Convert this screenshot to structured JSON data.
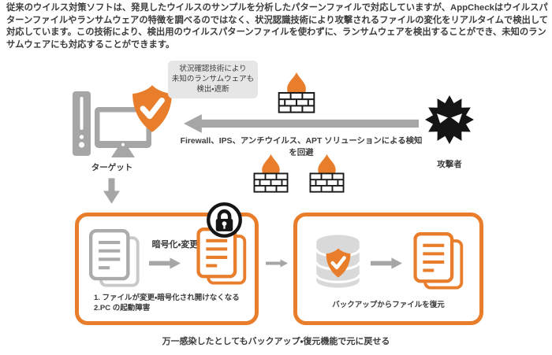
{
  "intro": {
    "text": "従来のウイルス対策ソフトは、発見したウイルスのサンプルを分析したパターンファイルで対応していますが、AppCheckはウイルスパターンファイルやランサムウェアの特徴を調べるのではなく、状況認識技術により攻撃されるファイルの変化をリアルタイムで検出して対応しています。この技術により、検出用のウイルスパターンファイルを使わずに、ランサムウェアを検出することができ、未知のランサムウェアにも対応することができます。"
  },
  "diagram": {
    "callout": {
      "text": "状況確認技術により\n未知のランサムウェアも\n検出・遮断"
    },
    "target": {
      "label": "ターゲット"
    },
    "attacker": {
      "label": "攻撃者"
    },
    "evade_text": "Firewall、IPS、アンチウイルス、APT ソリューションによる検知を回避",
    "infection_box": {
      "arrow_label": "暗号化・変更",
      "caption": "1. ファイルが変更・暗号化され開けなくなる\n2.PC の起動障害"
    },
    "restore_box": {
      "caption": "バックアップからファイルを復元"
    },
    "footer": "万一感染したとしてもバックアップ・復元機能で元に戻せる"
  },
  "icons": {
    "target_device": "desktop-computer",
    "protection": "shield-check",
    "firewall": "brick-wall-with-flame",
    "attacker": "malware-starburst",
    "files": "document-stack",
    "locked": "padlock-badge",
    "backup": "database-with-shield"
  },
  "colors": {
    "accent_orange": "#E87E2B",
    "icon_gray": "#A6A6A6",
    "doc_gray_front": "#ABABAB",
    "doc_gray_back": "#C9C9C9",
    "db_gray": "#D9D9D9",
    "callout_bg": "#E6E6E6",
    "attacker_black": "#151515",
    "text_dark": "#3C3C3C"
  }
}
